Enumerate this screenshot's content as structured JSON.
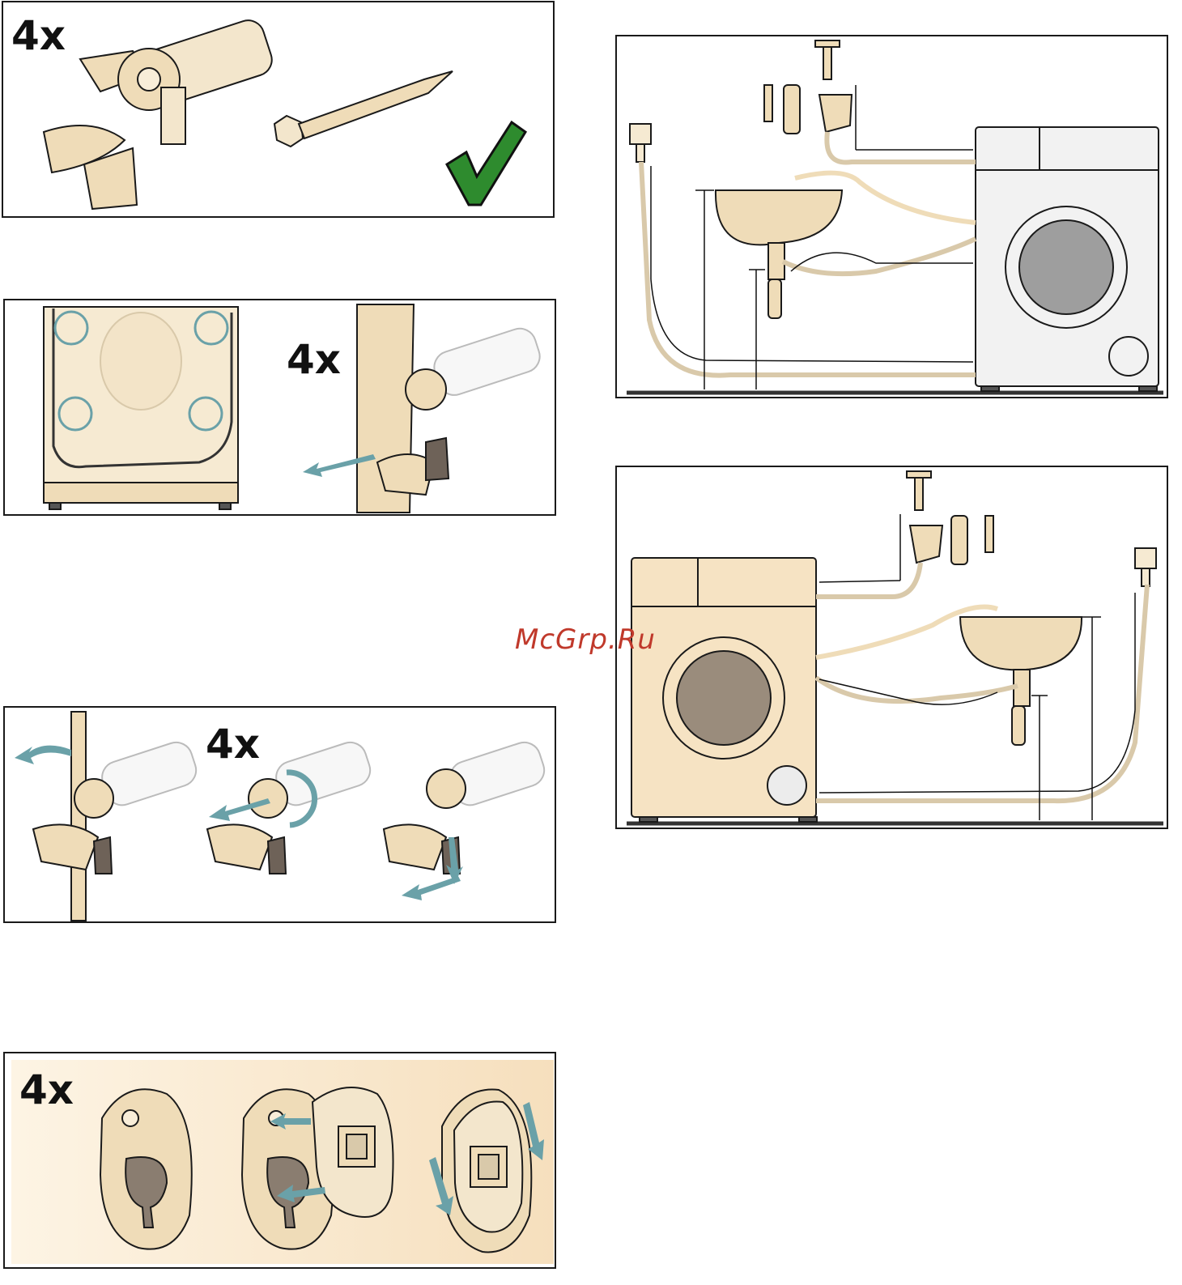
{
  "panels": {
    "p1": {
      "count_label": "4x"
    },
    "p2": {
      "count_label": "4x"
    },
    "p3": {
      "count_label": "4x"
    },
    "p4": {
      "count_label": "4x"
    }
  },
  "watermark": "McGrp.Ru",
  "colors": {
    "outline": "#1a1a1a",
    "part_fill": "#efdcb8",
    "part_fill_dark": "#6e6258",
    "arrow": "#6aa1a8",
    "check_green": "#2e8b2e",
    "machine_white": "#f2f2f2",
    "machine_beige": "#f6e3c3"
  },
  "icons": [
    "transport-bolt-icon",
    "screw-icon",
    "checkmark-icon",
    "arrow-icon",
    "washing-machine-icon",
    "sink-icon",
    "water-tap-icon",
    "power-plug-icon"
  ]
}
